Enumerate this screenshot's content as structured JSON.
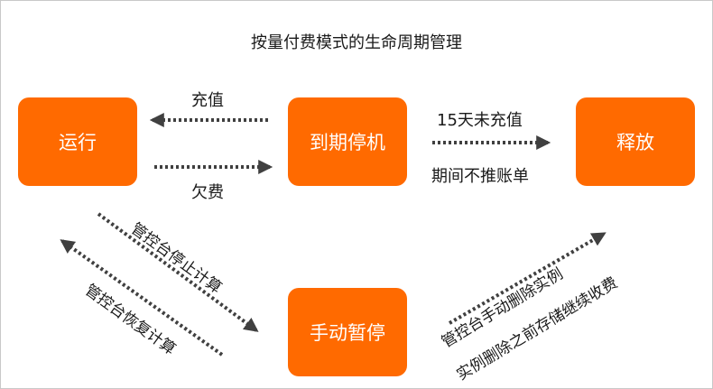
{
  "title": "按量付费模式的生命周期管理",
  "nodes": {
    "running": "运行",
    "expired_stop": "到期停机",
    "release": "释放",
    "manual_pause": "手动暂停"
  },
  "edges": {
    "recharge": "充值",
    "arrears": "欠费",
    "days_no_recharge": "15天未充值",
    "no_bill_period": "期间不推账单",
    "console_stop_billing": "管控台停止计算",
    "console_resume_billing": "管控台恢复计算",
    "console_manual_delete": "管控台手动删除实例",
    "storage_fee_before_delete": "实例删除之前存储继续收费"
  },
  "colors": {
    "node_fill": "#ff6a00",
    "arrow": "#404040"
  }
}
